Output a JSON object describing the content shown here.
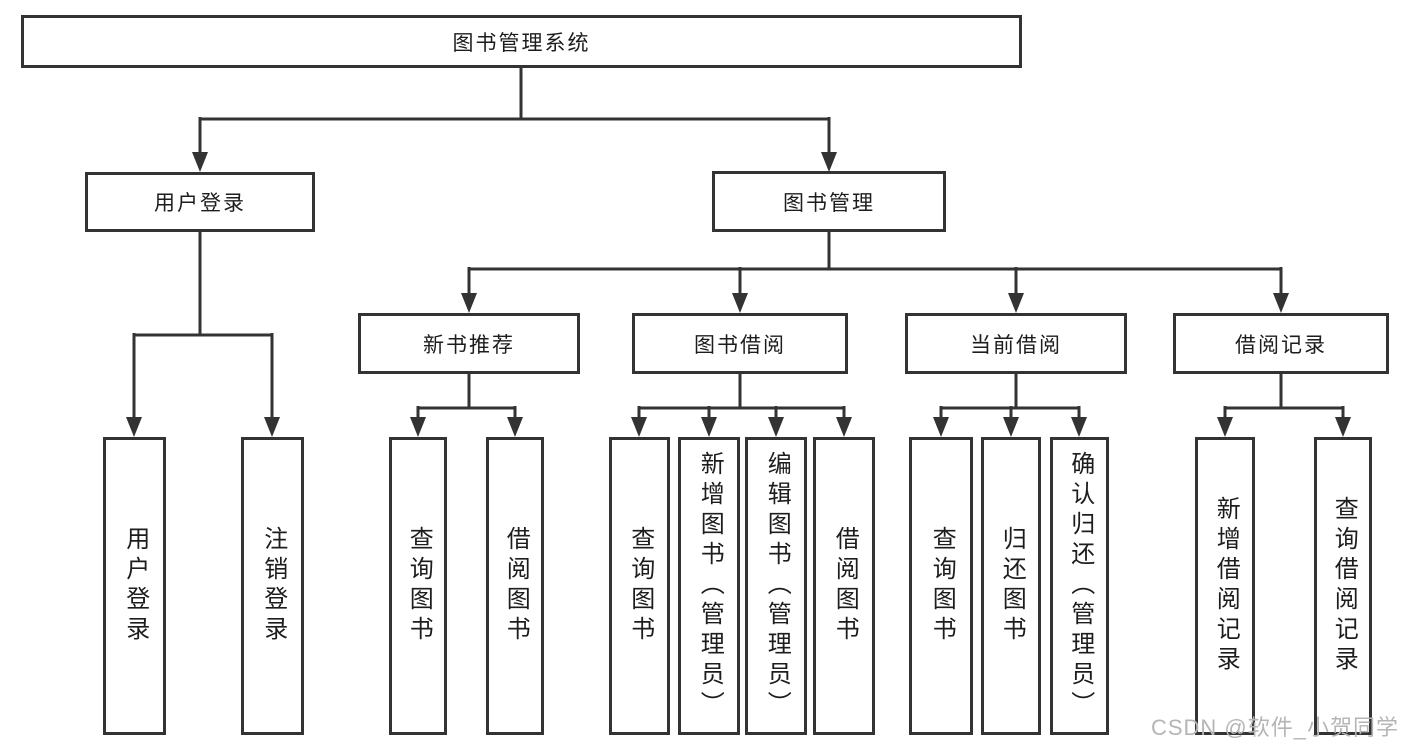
{
  "diagram": {
    "root": "图书管理系统",
    "branches": [
      {
        "label": "用户登录",
        "children": [
          "用户登录",
          "注销登录"
        ]
      },
      {
        "label": "图书管理",
        "subbranches": [
          {
            "label": "新书推荐",
            "children": [
              "查询图书",
              "借阅图书"
            ]
          },
          {
            "label": "图书借阅",
            "children": [
              "查询图书",
              "新增图书（管理员）",
              "编辑图书（管理员）",
              "借阅图书"
            ]
          },
          {
            "label": "当前借阅",
            "children": [
              "查询图书",
              "归还图书",
              "确认归还（管理员）"
            ]
          },
          {
            "label": "借阅记录",
            "children": [
              "新增借阅记录",
              "查询借阅记录"
            ]
          }
        ]
      }
    ]
  },
  "watermark": "CSDN @软件_小贺同学",
  "colors": {
    "line": "#333333",
    "text": "#1d1d1d",
    "background": "#ffffff",
    "watermark": "#b5b5b5"
  }
}
